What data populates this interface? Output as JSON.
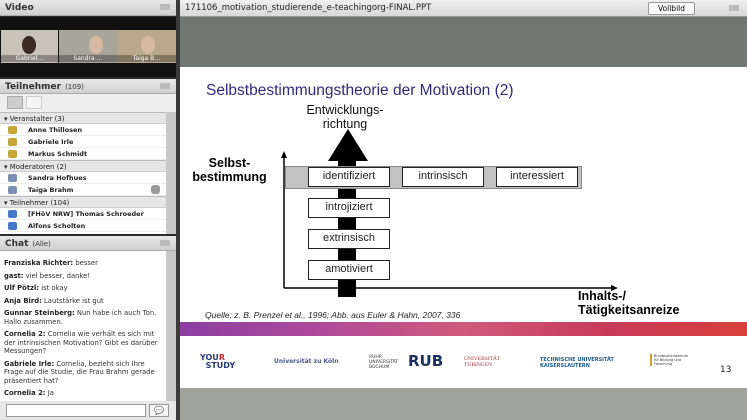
{
  "video": {
    "title": "Video",
    "participants": [
      "Gabriel…",
      "Sandra …",
      "Taiga B…"
    ]
  },
  "attendees": {
    "title": "Teilnehmer",
    "count": "(109)",
    "groups": [
      {
        "label": "Veranstalter (3)",
        "members": [
          "Anne Thillosen",
          "Gabriele Irle",
          "Markus Schmidt"
        ],
        "color": "#c8a43a"
      },
      {
        "label": "Moderatoren (2)",
        "members": [
          "Sandra Hofhues",
          "Taiga Brahm"
        ],
        "color": "#7a90b0"
      },
      {
        "label": "Teilnehmer (104)",
        "members": [
          "[FHöV NRW] Thomas Schroeder",
          "Alfons Scholten"
        ],
        "color": "#4a78c8"
      }
    ]
  },
  "chat": {
    "title": "Chat",
    "scope": "(Alle)",
    "messages": [
      {
        "author": "Franziska Richter:",
        "text": "besser"
      },
      {
        "author": "gast:",
        "text": "viel besser, danke!"
      },
      {
        "author": "Ulf Pötzl:",
        "text": "ist okay"
      },
      {
        "author": "Anja Bird:",
        "text": "Lautstärke ist gut"
      },
      {
        "author": "Gunnar Steinberg:",
        "text": "Nun habe ich auch Ton. Hallo zusammen."
      },
      {
        "author": "Cornelia 2:",
        "text": "Cornelia wie verhält es sich mit der intrinsischen Motivation? Gibt es darüber Messungen?"
      },
      {
        "author": "Gabriele Irle:",
        "text": "Cornelia, bezieht sich Ihre Frage auf die Studie, die Frau Brahm gerade präsentiert hat?"
      },
      {
        "author": "Cornelia 2:",
        "text": "Ja"
      }
    ],
    "input_value": ""
  },
  "share": {
    "filename": "171106_motivation_studierende_e-teachingorg-FINAL.PPT",
    "fullscreen_label": "Vollbild"
  },
  "slide": {
    "title": "Selbstbestimmungstheorie der Motivation (2)",
    "arrow_label": "Entwicklungs-\nrichtung",
    "y_label_1": "Selbst-",
    "y_label_2": "bestimmung",
    "x_label_1": "Inhalts-/",
    "x_label_2": "Tätigkeitsanreize",
    "top_row": [
      "identifiziert",
      "intrinsisch",
      "interessiert"
    ],
    "stack": [
      "introjiziert",
      "extrinsisch",
      "amotiviert"
    ],
    "source": "Quelle: z. B. Prenzel et al., 1996; Abb. aus Euler & Hahn, 2007, 336",
    "page_number": "13",
    "logos": [
      "YOUR STUDY",
      "Universität zu Köln",
      "RUHR UNIVERSITÄT BOCHUM",
      "RUB",
      "UNIVERSITÄT TÜBINGEN",
      "TECHNISCHE UNIVERSITÄT KAISERSLAUTERN",
      "Bundesministerium für Bildung und Forschung"
    ],
    "title_color": "#2f2a7a"
  }
}
